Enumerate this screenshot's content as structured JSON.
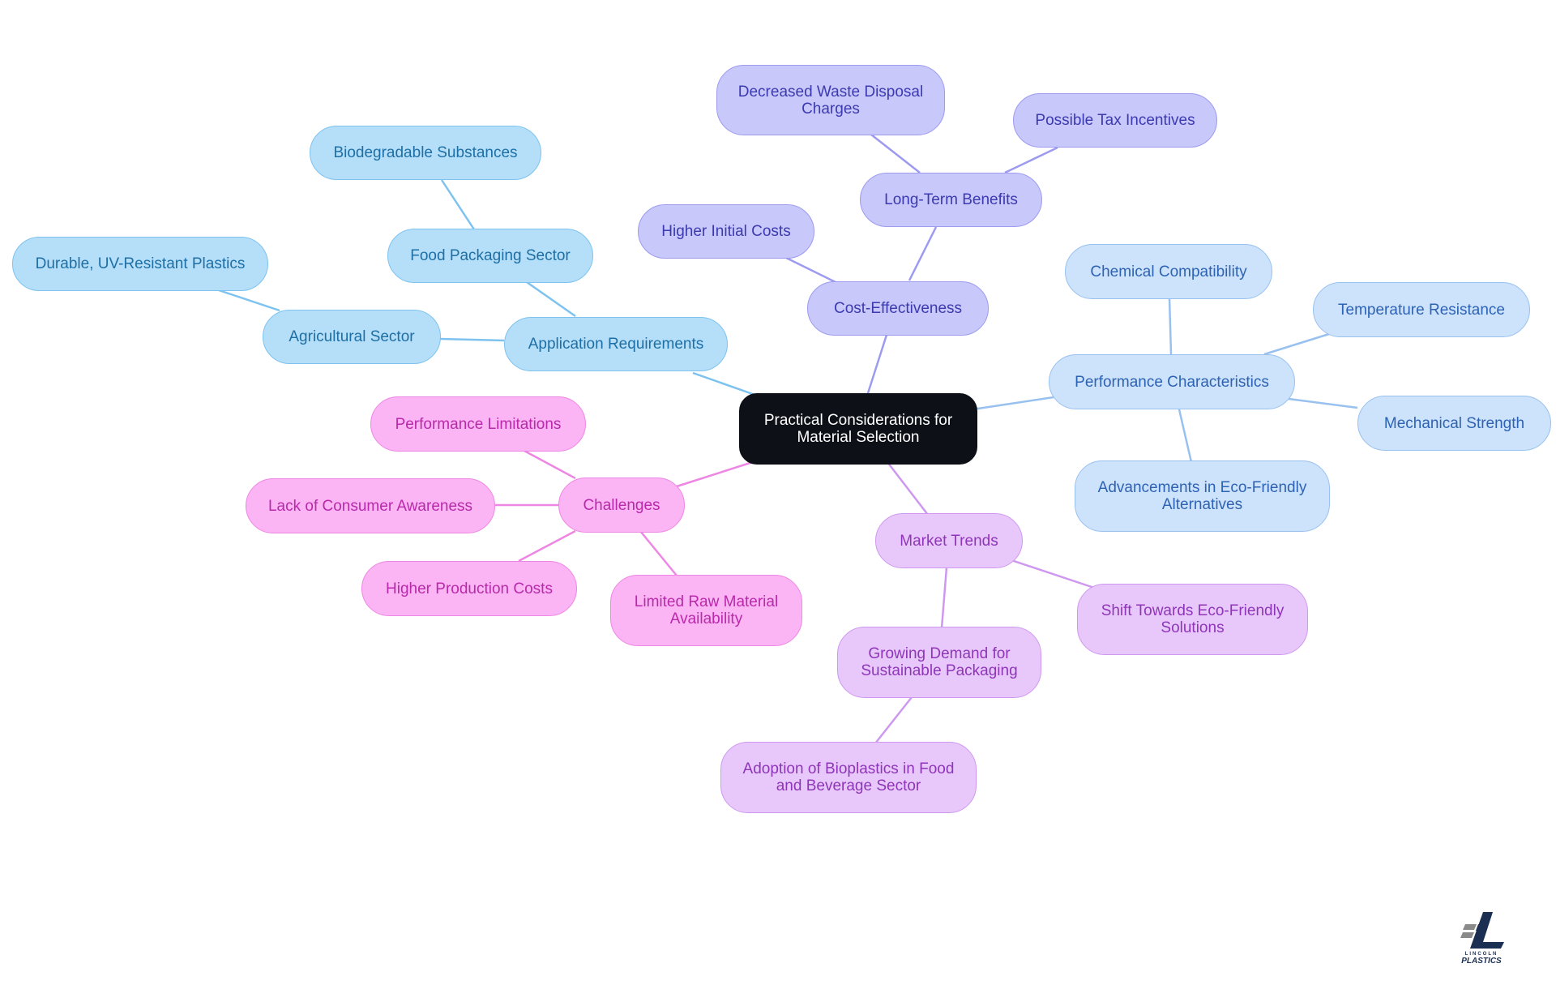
{
  "root": {
    "label": "Practical Considerations for\nMaterial Selection"
  },
  "application": {
    "label": "Application Requirements",
    "children": {
      "food": "Food Packaging Sector",
      "biodegradable": "Biodegradable Substances",
      "agri": "Agricultural Sector",
      "durable": "Durable, UV-Resistant Plastics"
    }
  },
  "cost": {
    "label": "Cost-Effectiveness",
    "children": {
      "initial": "Higher Initial Costs",
      "longterm": "Long-Term Benefits",
      "waste": "Decreased Waste Disposal\nCharges",
      "tax": "Possible Tax Incentives"
    }
  },
  "performance": {
    "label": "Performance Characteristics",
    "children": {
      "chemical": "Chemical Compatibility",
      "temperature": "Temperature Resistance",
      "mechanical": "Mechanical Strength",
      "advancements": "Advancements in Eco-Friendly\nAlternatives"
    }
  },
  "challenges": {
    "label": "Challenges",
    "children": {
      "limitations": "Performance Limitations",
      "awareness": "Lack of Consumer Awareness",
      "production": "Higher Production Costs",
      "rawmaterial": "Limited Raw Material\nAvailability"
    }
  },
  "market": {
    "label": "Market Trends",
    "children": {
      "shift": "Shift Towards Eco-Friendly\nSolutions",
      "demand": "Growing Demand for\nSustainable Packaging",
      "bioplastics": "Adoption of Bioplastics in Food\nand Beverage Sector"
    }
  },
  "logo": {
    "line1": "LINCOLN",
    "line2": "PLASTICS"
  },
  "colors": {
    "application_edge": "#7ec3ef",
    "cost_edge": "#9c9bf0",
    "performance_edge": "#98c1ef",
    "challenges_edge": "#ee87e3",
    "market_edge": "#cf98f0",
    "logo_navy": "#1a2f52",
    "logo_gray": "#8a8a8a"
  }
}
